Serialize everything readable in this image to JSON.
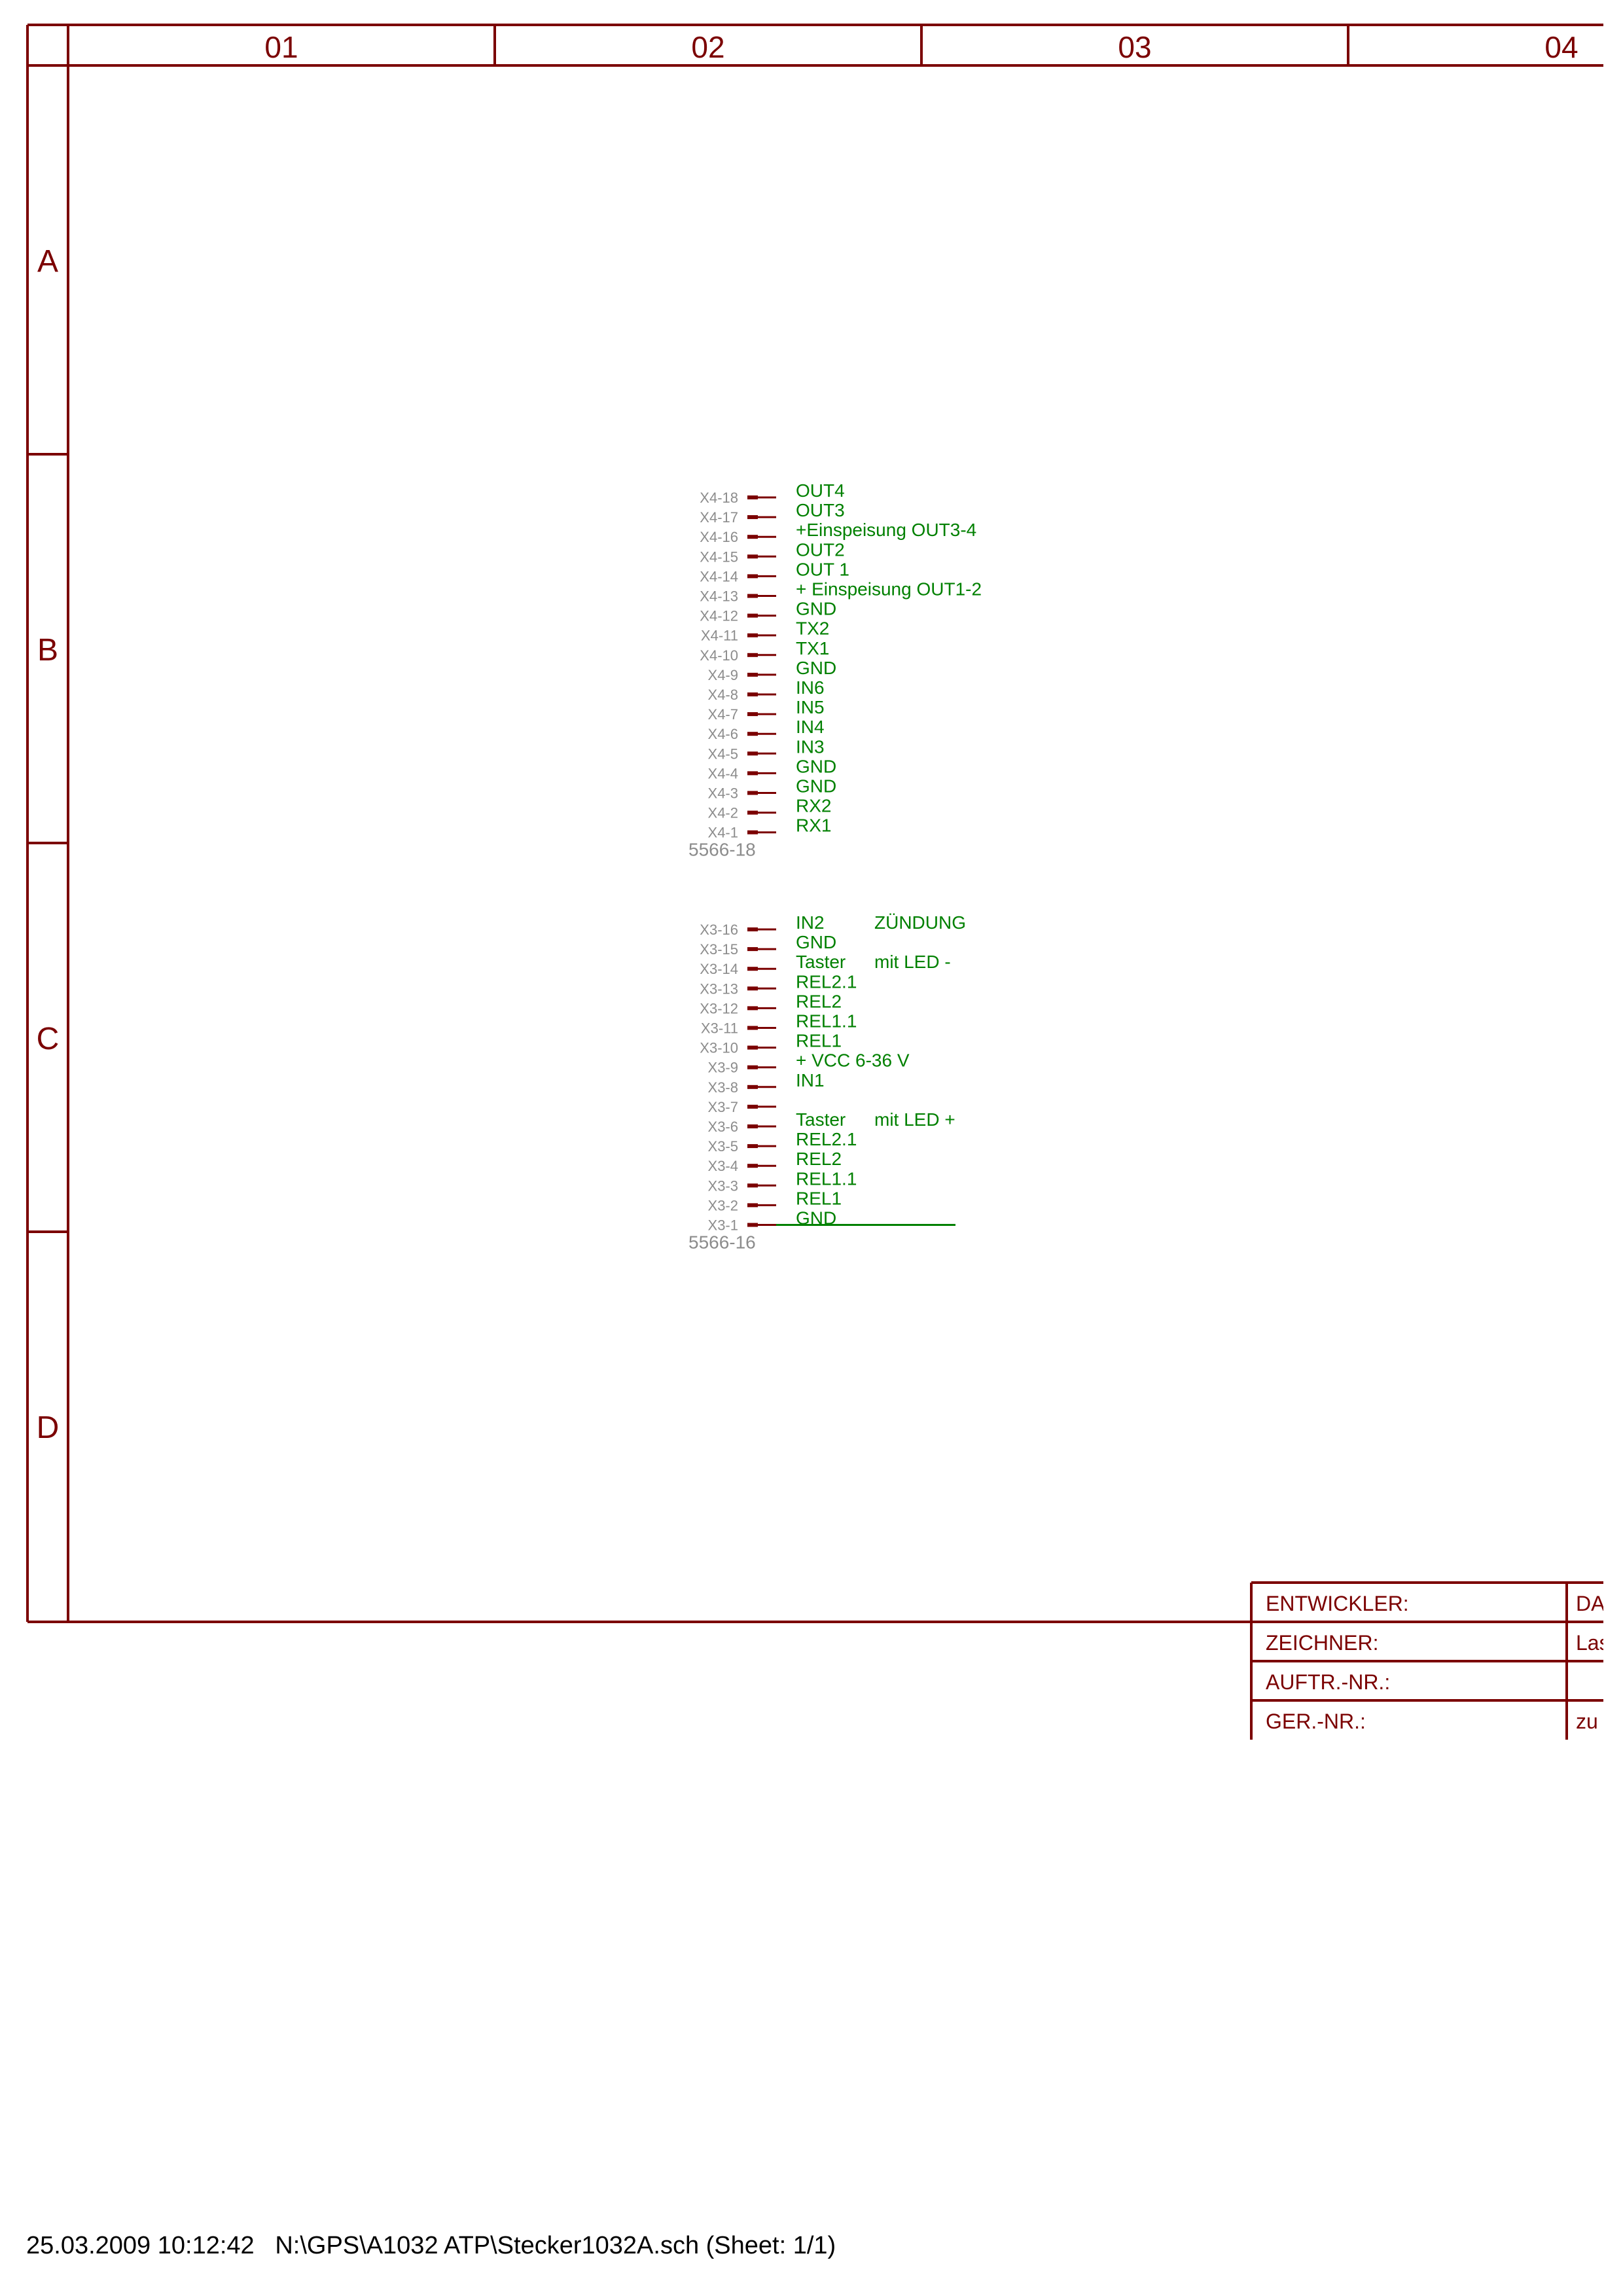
{
  "frame": {
    "columns": [
      "01",
      "02",
      "03",
      "04"
    ],
    "rows": [
      "A",
      "B",
      "C",
      "D"
    ],
    "colors": {
      "frame": "#7b0000",
      "net": "#008000",
      "pin_label": "#8c8c8c"
    }
  },
  "connectors": [
    {
      "name": "5566-18",
      "pins": [
        {
          "pin": "X4-18",
          "signal": "OUT4",
          "note": ""
        },
        {
          "pin": "X4-17",
          "signal": "OUT3",
          "note": ""
        },
        {
          "pin": "X4-16",
          "signal": "+Einspeisung OUT3-4",
          "note": ""
        },
        {
          "pin": "X4-15",
          "signal": "OUT2",
          "note": ""
        },
        {
          "pin": "X4-14",
          "signal": "OUT 1",
          "note": ""
        },
        {
          "pin": "X4-13",
          "signal": "+ Einspeisung OUT1-2",
          "note": ""
        },
        {
          "pin": "X4-12",
          "signal": "GND",
          "note": ""
        },
        {
          "pin": "X4-11",
          "signal": "TX2",
          "note": ""
        },
        {
          "pin": "X4-10",
          "signal": "TX1",
          "note": ""
        },
        {
          "pin": "X4-9",
          "signal": "GND",
          "note": ""
        },
        {
          "pin": "X4-8",
          "signal": "IN6",
          "note": ""
        },
        {
          "pin": "X4-7",
          "signal": "IN5",
          "note": ""
        },
        {
          "pin": "X4-6",
          "signal": "IN4",
          "note": ""
        },
        {
          "pin": "X4-5",
          "signal": "IN3",
          "note": ""
        },
        {
          "pin": "X4-4",
          "signal": "GND",
          "note": ""
        },
        {
          "pin": "X4-3",
          "signal": "GND",
          "note": ""
        },
        {
          "pin": "X4-2",
          "signal": "RX2",
          "note": ""
        },
        {
          "pin": "X4-1",
          "signal": "RX1",
          "note": ""
        }
      ]
    },
    {
      "name": "5566-16",
      "pins": [
        {
          "pin": "X3-16",
          "signal": "IN2",
          "note": "ZÜNDUNG"
        },
        {
          "pin": "X3-15",
          "signal": "GND",
          "note": ""
        },
        {
          "pin": "X3-14",
          "signal": "Taster",
          "note": "mit LED -"
        },
        {
          "pin": "X3-13",
          "signal": "REL2.1",
          "note": ""
        },
        {
          "pin": "X3-12",
          "signal": "REL2",
          "note": ""
        },
        {
          "pin": "X3-11",
          "signal": "REL1.1",
          "note": ""
        },
        {
          "pin": "X3-10",
          "signal": "REL1",
          "note": ""
        },
        {
          "pin": "X3-9",
          "signal": "+ VCC 6-36 V",
          "note": ""
        },
        {
          "pin": "X3-8",
          "signal": "IN1",
          "note": ""
        },
        {
          "pin": "X3-7",
          "signal": "",
          "note": ""
        },
        {
          "pin": "X3-6",
          "signal": "Taster",
          "note": "mit LED +"
        },
        {
          "pin": "X3-5",
          "signal": "REL2.1",
          "note": ""
        },
        {
          "pin": "X3-4",
          "signal": "REL2",
          "note": ""
        },
        {
          "pin": "X3-3",
          "signal": "REL1.1",
          "note": ""
        },
        {
          "pin": "X3-2",
          "signal": "REL1",
          "note": ""
        },
        {
          "pin": "X3-1",
          "signal": "GND",
          "note": ""
        }
      ]
    }
  ],
  "title_block": {
    "rows": [
      {
        "label": "ENTWICKLER:",
        "value": "DAT"
      },
      {
        "label": "ZEICHNER:",
        "value": "Las"
      },
      {
        "label": "AUFTR.-NR.:",
        "value": ""
      },
      {
        "label": "GER.-NR.:",
        "value": "zu"
      }
    ]
  },
  "footer": "25.03.2009 10:12:42   N:\\GPS\\A1032 ATP\\Stecker1032A.sch (Sheet: 1/1)"
}
